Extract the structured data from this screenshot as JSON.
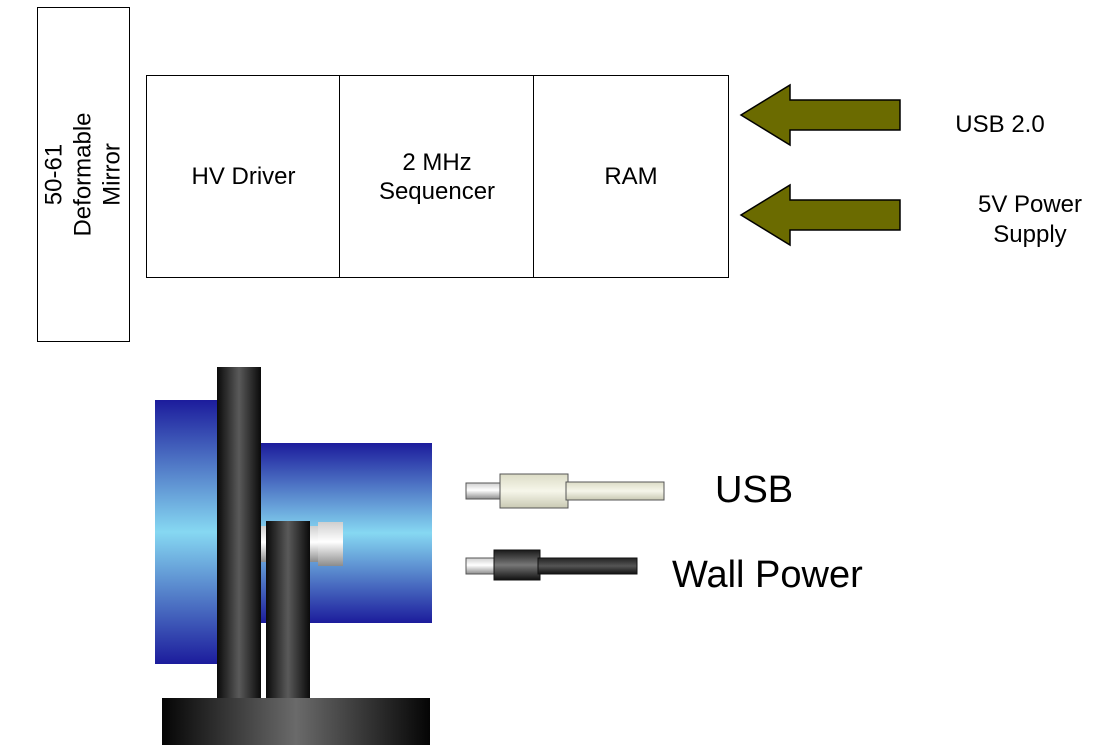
{
  "mirror": {
    "label": "50-61\nDeformable Mirror"
  },
  "controller_blocks": [
    {
      "label": "HV Driver"
    },
    {
      "label": "2 MHz\nSequencer"
    },
    {
      "label": "RAM"
    }
  ],
  "inputs": [
    {
      "label": "USB 2.0"
    },
    {
      "label": "5V Power\nSupply"
    }
  ],
  "connectors": [
    {
      "label": "USB"
    },
    {
      "label": "Wall Power"
    }
  ],
  "colors": {
    "arrow_fill": "#6b6b00",
    "arrow_stroke": "#000000",
    "mount_blue": "#1f1fa6",
    "mount_highlight": "#7fd3f0",
    "usb_plug": "#ececd9"
  }
}
